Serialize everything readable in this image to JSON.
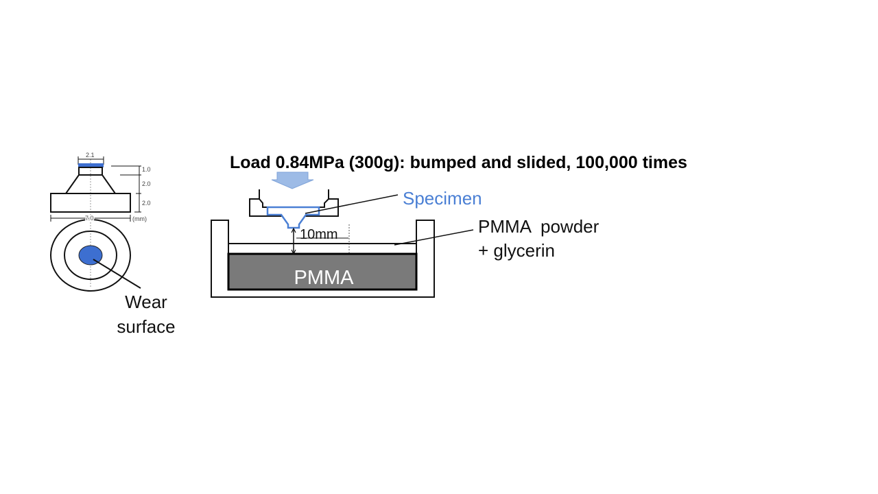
{
  "title": "Load 0.84MPa (300g): bumped and slided, 100,000 times",
  "specimen_drawing": {
    "top_width": "2.1",
    "heights": [
      "1.0",
      "2.0",
      "2.0"
    ],
    "base_width": "7.0",
    "unit": "(mm)",
    "wear_label_line1": "Wear",
    "wear_label_line2": "surface"
  },
  "apparatus": {
    "specimen_label": "Specimen",
    "distance_label": "10mm",
    "medium_line1": "PMMA  powder",
    "medium_line2": "+ glycerin",
    "block_label": "PMMA"
  },
  "colors": {
    "specimen_blue": "#4a7fd4",
    "arrow_blue": "#9dbbe6",
    "pmma_gray": "#7a7a7a"
  }
}
